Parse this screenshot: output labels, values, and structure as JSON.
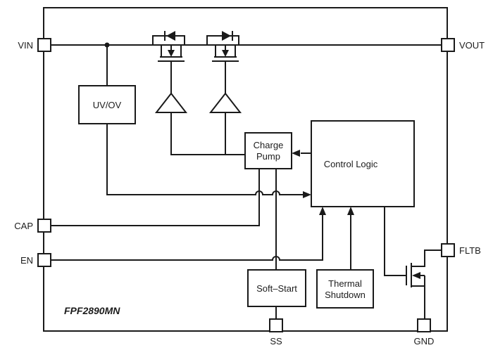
{
  "diagram": {
    "part_number": "FPF2890MN",
    "pins": {
      "vin": "VIN",
      "vout": "VOUT",
      "cap": "CAP",
      "en": "EN",
      "fltb": "FLTB",
      "ss": "SS",
      "gnd": "GND"
    },
    "blocks": {
      "uv_ov": "UV/OV",
      "charge_pump_line1": "Charge",
      "charge_pump_line2": "Pump",
      "control_logic": "Control Logic",
      "soft_start": "Soft–Start",
      "thermal_shutdown_line1": "Thermal",
      "thermal_shutdown_line2": "Shutdown"
    },
    "symbols": [
      "pass-fet-icon",
      "body-diode-icon",
      "gate-driver-triangle-icon",
      "fault-nmos-icon",
      "junction-dot",
      "wire-hop"
    ],
    "colors": {
      "line": "#1a1a1a",
      "text": "#1c1c1c",
      "background": "#ffffff"
    }
  }
}
